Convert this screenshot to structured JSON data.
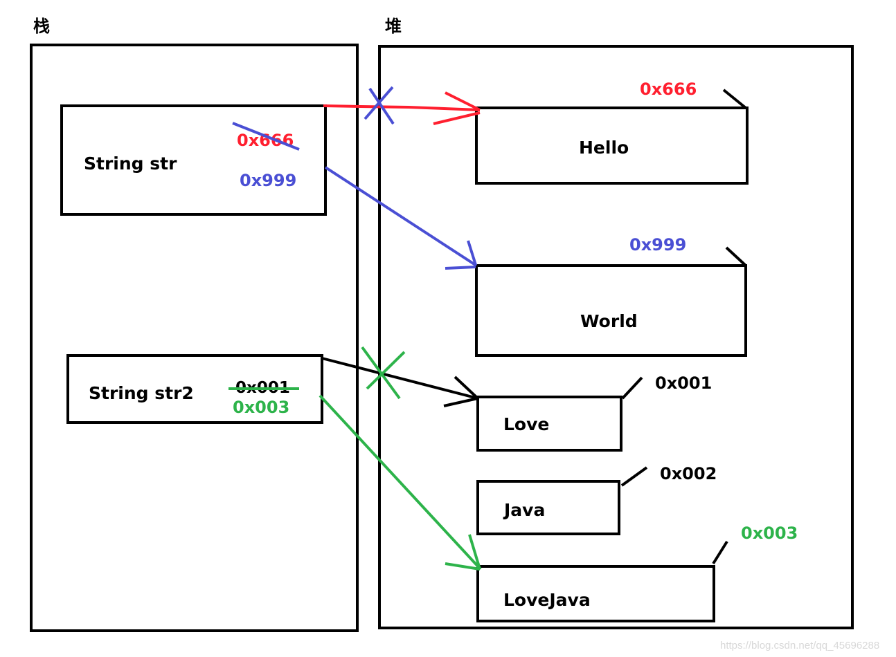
{
  "regions": {
    "stack_title": "栈",
    "heap_title": "堆"
  },
  "stack_vars": [
    {
      "name": "String str",
      "old_addr": "0x666",
      "old_addr_color": "#ff1f2f",
      "new_addr": "0x999",
      "new_addr_color": "#4a4fd4"
    },
    {
      "name": "String str2",
      "old_addr": "0x001",
      "old_addr_color": "#000000",
      "new_addr": "0x003",
      "new_addr_color": "#2db34a"
    }
  ],
  "heap_objects": [
    {
      "value": "Hello",
      "addr": "0x666",
      "addr_color": "#ff1f2f"
    },
    {
      "value": "World",
      "addr": "0x999",
      "addr_color": "#4a4fd4"
    },
    {
      "value": "Love",
      "addr": "0x001",
      "addr_color": "#000000"
    },
    {
      "value": "Java",
      "addr": "0x002",
      "addr_color": "#000000"
    },
    {
      "value": "LoveJava",
      "addr": "0x003",
      "addr_color": "#2db34a"
    }
  ],
  "colors": {
    "red": "#ff1f2f",
    "blue": "#4a4fd4",
    "green": "#2db34a",
    "black": "#000000"
  },
  "watermark": "https://blog.csdn.net/qq_45696288"
}
